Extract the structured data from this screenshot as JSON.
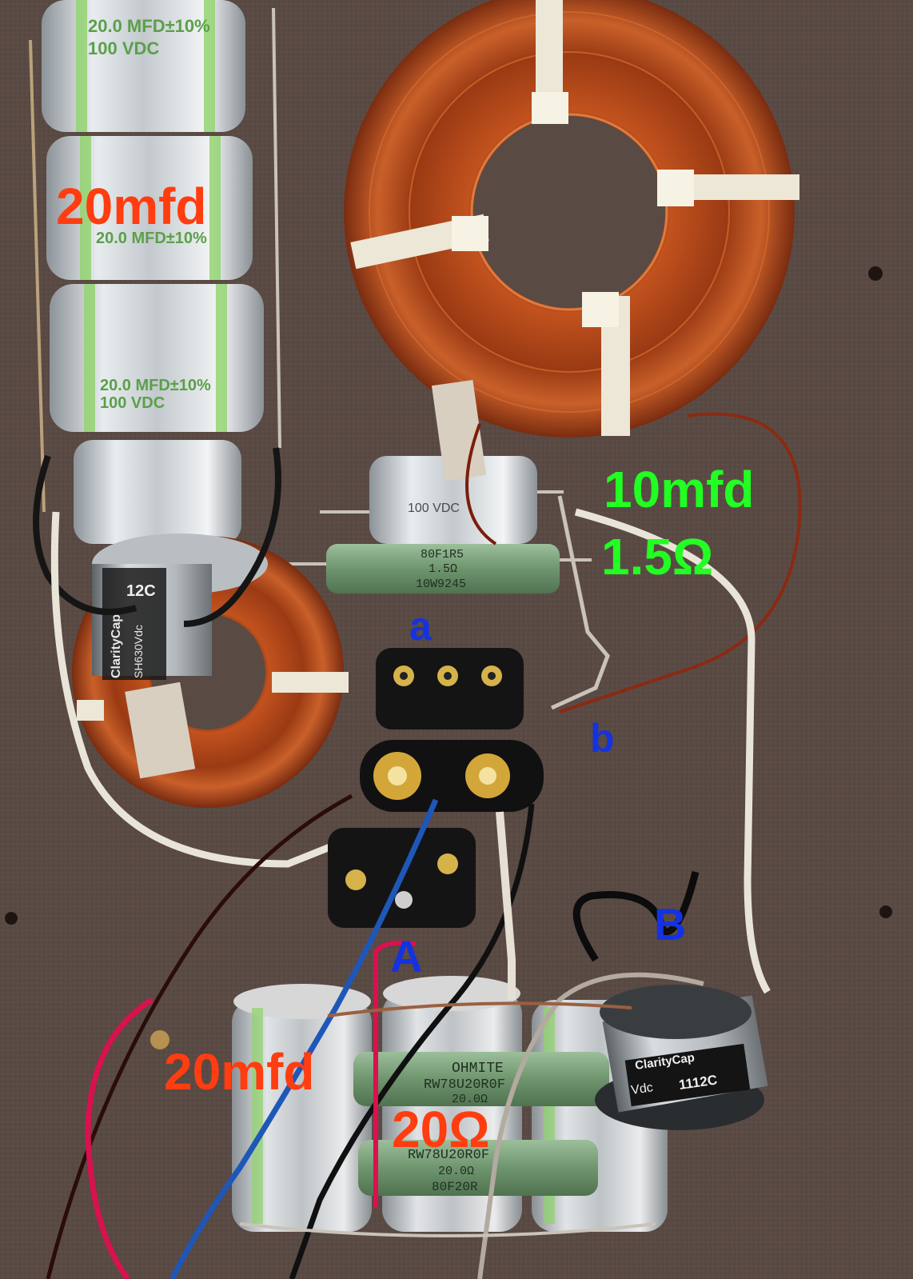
{
  "labels": {
    "cap_top": "20mfd",
    "cap_mid_value": "10mfd",
    "res_mid_value": "1.5Ω",
    "point_a": "a",
    "point_b": "b",
    "point_A": "A",
    "point_B": "B",
    "cap_bottom": "20mfd",
    "res_bottom": "20Ω"
  },
  "component_markings": {
    "cap_rating": "20.0 MFD±10%",
    "cap_voltage": "100 VDC",
    "res_mid_line1": "80F1R5",
    "res_mid_line2": "1.5Ω",
    "res_mid_line3": "10W9245",
    "clarity_brand": "ClarityCap",
    "clarity_top_line": "12C",
    "clarity_top_voltage": "SH630Vdc",
    "clarity_bottom_line": "1112C",
    "clarity_bottom_voltage": "Vdc",
    "res_bot1_brand": "OHMITE",
    "res_bot1_code": "RW78U20R0F",
    "res_bot1_value": "20.0Ω",
    "res_bot2_code": "RW78U20R0F",
    "res_bot2_value": "20.0Ω",
    "res_bot2_line3": "80F20R"
  },
  "colors": {
    "board": "#5a4a44",
    "copper": "#a8441c",
    "label_red": "#ff3d10",
    "label_green": "#22ff22",
    "label_blue": "#1432e0"
  }
}
